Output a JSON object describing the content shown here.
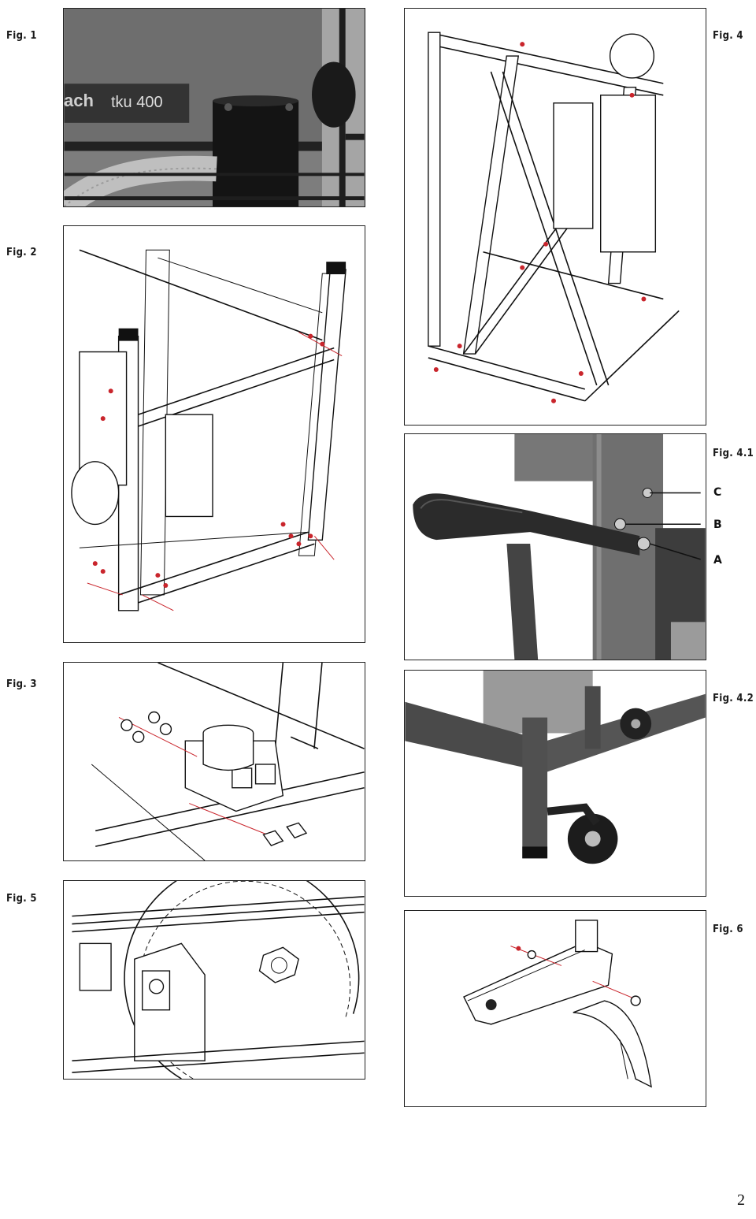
{
  "figures": {
    "fig1": {
      "label": "Fig. 1",
      "brand_partial": "ach",
      "model": "tku 400"
    },
    "fig2": {
      "label": "Fig. 2"
    },
    "fig3": {
      "label": "Fig. 3"
    },
    "fig4": {
      "label": "Fig. 4"
    },
    "fig4_1": {
      "label": "Fig. 4.1",
      "callouts": [
        "C",
        "B",
        "A"
      ]
    },
    "fig4_2": {
      "label": "Fig. 4.2"
    },
    "fig5": {
      "label": "Fig. 5"
    },
    "fig6": {
      "label": "Fig. 6"
    }
  },
  "page_number": "2",
  "colors": {
    "hardware": "#c9252c",
    "line": "#111111",
    "photo": "#9a9a9a"
  },
  "icons": [
    "dust-port",
    "stand-frame",
    "switch-box",
    "push-handle",
    "wheel",
    "saw-blade",
    "riving-knife"
  ]
}
